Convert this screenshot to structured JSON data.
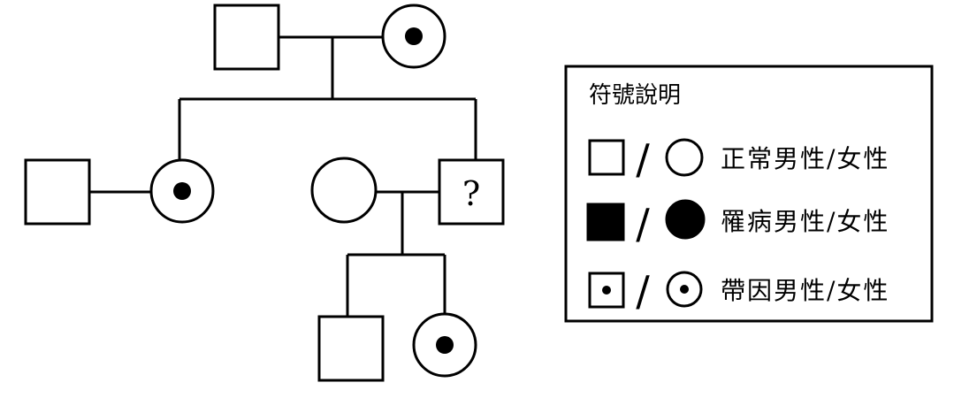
{
  "pedigree": {
    "unknown_mark": "?"
  },
  "legend": {
    "title": "符號說明",
    "separator": "/",
    "rows": [
      {
        "label": "正常男性/女性"
      },
      {
        "label": "罹病男性/女性"
      },
      {
        "label": "帶因男性/女性"
      }
    ]
  }
}
